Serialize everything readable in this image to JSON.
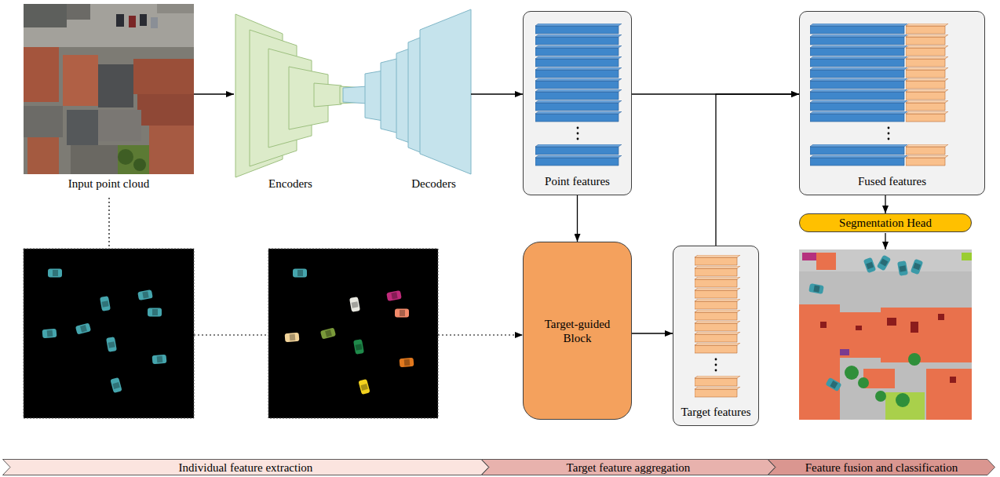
{
  "diagram": {
    "nodes": [
      {
        "text": [
          "Input point cloud"
        ]
      },
      {
        "text": [
          "Encoders"
        ]
      },
      {
        "text": [
          "Decoders"
        ]
      },
      {
        "text": [
          "Point features"
        ]
      },
      {
        "text": [
          "Fused features"
        ]
      },
      {
        "text": [
          "Segmentation Head"
        ]
      },
      {
        "text": [
          "Target-guided Block"
        ]
      },
      {
        "text": [
          "Target features"
        ]
      },
      {
        "text": [
          "Individual feature extraction"
        ]
      },
      {
        "text": [
          "Target feature aggregation"
        ]
      },
      {
        "text": [
          "Feature fusion and classification"
        ]
      }
    ],
    "edges": [
      {
        "from": 0,
        "to": 1,
        "arrow": "to"
      },
      {
        "from": 2,
        "to": 3,
        "arrow": "to"
      },
      {
        "from": 3,
        "to": 4,
        "arrow": "to"
      },
      {
        "from": 3,
        "to": 6,
        "arrow": "to"
      },
      {
        "from": 6,
        "to": 7,
        "arrow": "to"
      },
      {
        "from": 7,
        "to": 4,
        "arrow": "to"
      },
      {
        "from": 4,
        "to": 5,
        "arrow": "to"
      }
    ]
  }
}
